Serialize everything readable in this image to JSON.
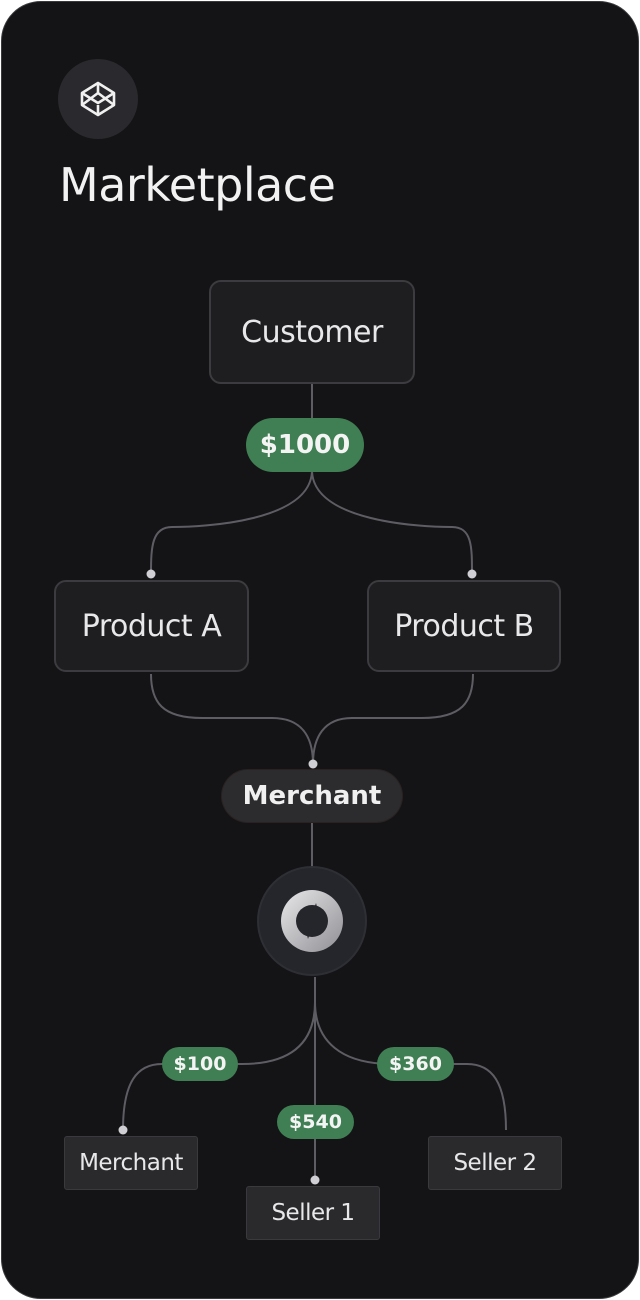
{
  "title": "Marketplace",
  "icons": {
    "logo": "codepen-cube-icon",
    "hub": "payment-processor-icon"
  },
  "nodes": {
    "customer": "Customer",
    "product_a": "Product A",
    "product_b": "Product B",
    "merchant_pill": "Merchant",
    "merchant_out": "Merchant",
    "seller1": "Seller 1",
    "seller2": "Seller 2"
  },
  "amounts": {
    "total": "$1000",
    "merchant": "$100",
    "seller1": "$540",
    "seller2": "$360"
  },
  "colors": {
    "background": "#141416",
    "amount_pill": "#3f7f53",
    "node": "#1e1e21",
    "connector": "#5d5d63"
  }
}
